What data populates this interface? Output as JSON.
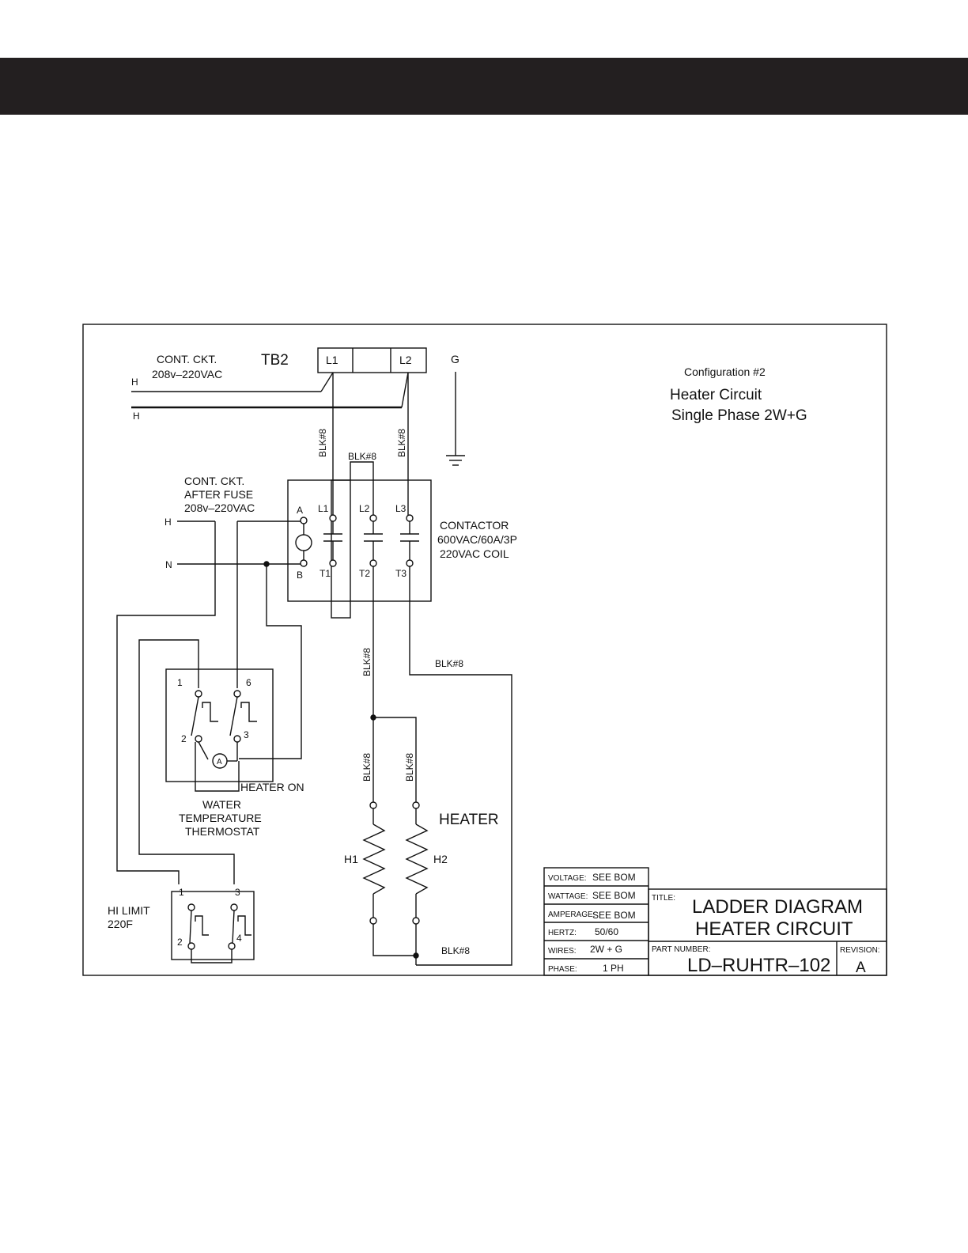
{
  "header_bar_color": "#231f20",
  "diagram": {
    "supply": {
      "cont_ckt_line1": "CONT. CKT.",
      "cont_ckt_line2": "208v–220VAC",
      "h1": "H",
      "h2": "H"
    },
    "tb2": {
      "label": "TB2",
      "terminal_l1": "L1",
      "terminal_l2": "L2"
    },
    "ground_label": "G",
    "wire_label": "BLK#8",
    "configuration": {
      "line1": "Configuration  #2",
      "line2": "Heater  Circuit",
      "line3": "Single  Phase  2W+G"
    },
    "after_fuse": {
      "line1": "CONT.  CKT.",
      "line2": "AFTER  FUSE",
      "line3": "208v–220VAC",
      "h": "H",
      "n": "N"
    },
    "contactor": {
      "coil_a": "A",
      "coil_b": "B",
      "l1": "L1",
      "l2": "L2",
      "l3": "L3",
      "t1": "T1",
      "t2": "T2",
      "t3": "T3",
      "line1": "CONTACTOR",
      "line2": "600VAC/60A/3P",
      "line3": "220VAC  COIL"
    },
    "thermostat": {
      "t1": "1",
      "t2": "2",
      "t3": "3",
      "t6": "6",
      "indicator": "A",
      "heater_on": "HEATER  ON",
      "line1": "WATER",
      "line2": "TEMPERATURE",
      "line3": "THERMOSTAT"
    },
    "hi_limit": {
      "line1": "HI LIMIT",
      "line2": "220F",
      "t1": "1",
      "t2": "2",
      "t3": "3",
      "t4": "4"
    },
    "heater": {
      "label": "HEATER",
      "h1": "H1",
      "h2": "H2"
    }
  },
  "title_block": {
    "voltage_key": "VOLTAGE:",
    "voltage_val": "SEE  BOM",
    "wattage_key": "WATTAGE:",
    "wattage_val": "SEE  BOM",
    "amperage_key": "AMPERAGE:",
    "amperage_val": "SEE  BOM",
    "hertz_key": "HERTZ:",
    "hertz_val": "50/60",
    "wires_key": "WIRES:",
    "wires_val": "2W  +  G",
    "phase_key": "PHASE:",
    "phase_val": "1 PH",
    "title_key": "TITLE:",
    "title_line1": "LADDER  DIAGRAM",
    "title_line2": "HEATER  CIRCUIT",
    "part_number_key": "PART  NUMBER:",
    "part_number": "LD–RUHTR–102",
    "revision_key": "REVISION:",
    "revision": "A"
  }
}
